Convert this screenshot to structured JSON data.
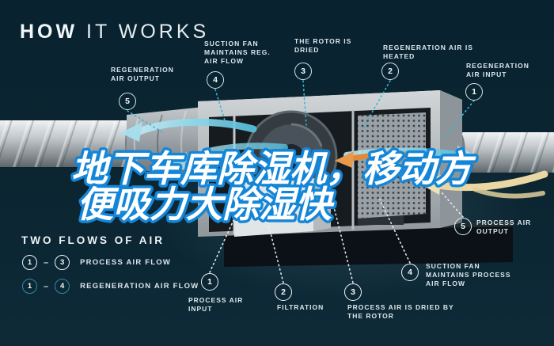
{
  "title": {
    "bold": "HOW",
    "light": " IT WORKS"
  },
  "headline": {
    "line1": "地下车库除湿机，移动方",
    "line2": "便吸力大除湿快",
    "fill": "#ffffff",
    "stroke": "#1486d8"
  },
  "callouts_top": [
    {
      "num": "5",
      "label": "REGENERATION AIR OUTPUT"
    },
    {
      "num": "4",
      "label": "SUCTION FAN MAINTAINS REG. AIR FLOW"
    },
    {
      "num": "3",
      "label": "THE ROTOR IS DRIED"
    },
    {
      "num": "2",
      "label": "REGENERATION AIR IS HEATED"
    },
    {
      "num": "1",
      "label": "REGENERATION AIR INPUT"
    }
  ],
  "callouts_bottom": [
    {
      "num": "1",
      "label": "PROCESS AIR INPUT"
    },
    {
      "num": "2",
      "label": "FILTRATION"
    },
    {
      "num": "3",
      "label": "PROCESS AIR IS DRIED BY THE ROTOR"
    },
    {
      "num": "4",
      "label": "SUCTION FAN MAINTAINS PROCESS AIR FLOW"
    },
    {
      "num": "5",
      "label": "PROCESS AIR OUTPUT"
    }
  ],
  "legend": {
    "heading": "TWO FLOWS OF AIR",
    "rows": [
      {
        "from": "1",
        "sep": "–",
        "to": "3",
        "label": "PROCESS AIR FLOW",
        "style": "process"
      },
      {
        "from": "1",
        "sep": "–",
        "to": "4",
        "label": "REGENERATION AIR FLOW",
        "style": "regeneration"
      }
    ]
  },
  "colors": {
    "background": "#0a2330",
    "accent_cyan": "#3db3d4",
    "regen_teal": "#2f8ba1",
    "label_text": "#dce7eb",
    "headline_stroke": "#1486d8",
    "heated_air_orange": "#e08a3c",
    "warm_air_beige": "#e9d8a4"
  }
}
